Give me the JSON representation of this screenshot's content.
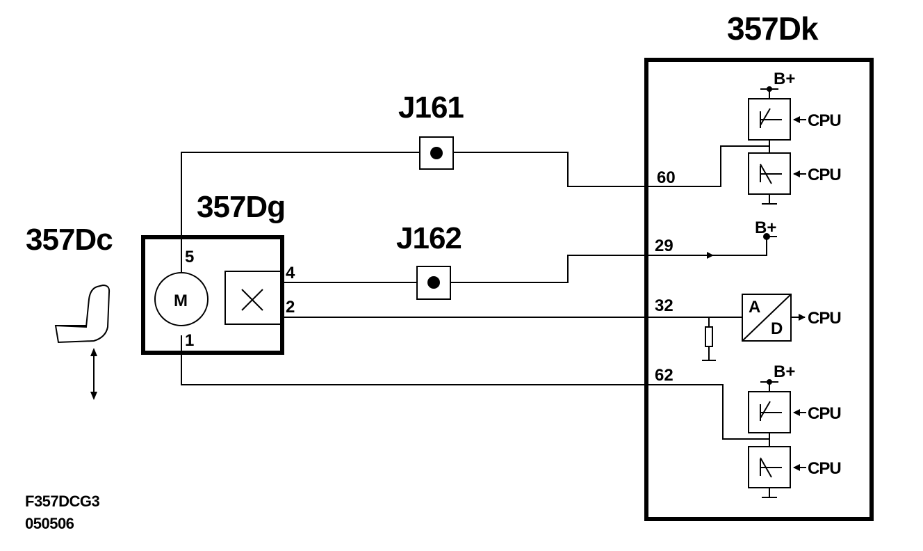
{
  "components": {
    "ecu": "357Dk",
    "motor_unit": "357Dg",
    "seat": "357Dc",
    "junction_1": "J161",
    "junction_2": "J162"
  },
  "motor": {
    "label": "M"
  },
  "pins": {
    "motor_5": "5",
    "motor_1": "1",
    "sensor_4": "4",
    "sensor_2": "2",
    "ecu_60": "60",
    "ecu_29": "29",
    "ecu_32": "32",
    "ecu_62": "62"
  },
  "supply": {
    "bplus": "B+"
  },
  "cpu_label": "CPU",
  "adc": {
    "a": "A",
    "d": "D"
  },
  "reference": {
    "code": "F357DCG3",
    "date": "050506"
  }
}
